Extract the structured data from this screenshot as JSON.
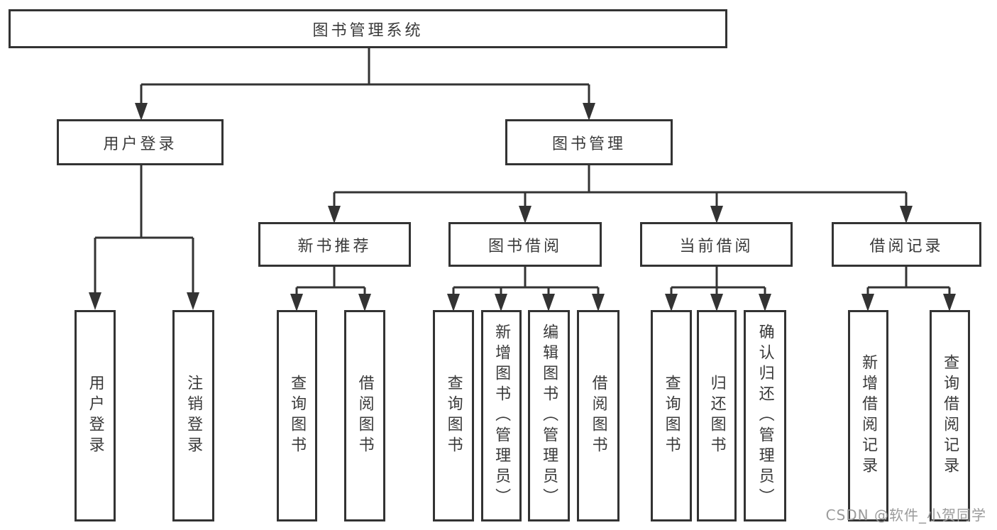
{
  "tree": {
    "label": "图书管理系统",
    "children": [
      {
        "label": "用户登录",
        "children": [
          {
            "label": "用户登录"
          },
          {
            "label": "注销登录"
          }
        ]
      },
      {
        "label": "图书管理",
        "children": [
          {
            "label": "新书推荐",
            "children": [
              {
                "label": "查询图书"
              },
              {
                "label": "借阅图书"
              }
            ]
          },
          {
            "label": "图书借阅",
            "children": [
              {
                "label": "查询图书"
              },
              {
                "label": "新增图书（管理员）"
              },
              {
                "label": "编辑图书（管理员）"
              },
              {
                "label": "借阅图书"
              }
            ]
          },
          {
            "label": "当前借阅",
            "children": [
              {
                "label": "查询图书"
              },
              {
                "label": "归还图书"
              },
              {
                "label": "确认归还（管理员）"
              }
            ]
          },
          {
            "label": "借阅记录",
            "children": [
              {
                "label": "新增借阅记录"
              },
              {
                "label": "查询借阅记录"
              }
            ]
          }
        ]
      }
    ]
  },
  "watermark": {
    "text": "CSDN @软件_小贺同学"
  },
  "colors": {
    "line": "#333333",
    "box_border": "#333333",
    "box_fill": "#ffffff",
    "text": "#3a3a3a",
    "watermark": "#9b9b9b",
    "background": "#ffffff"
  }
}
